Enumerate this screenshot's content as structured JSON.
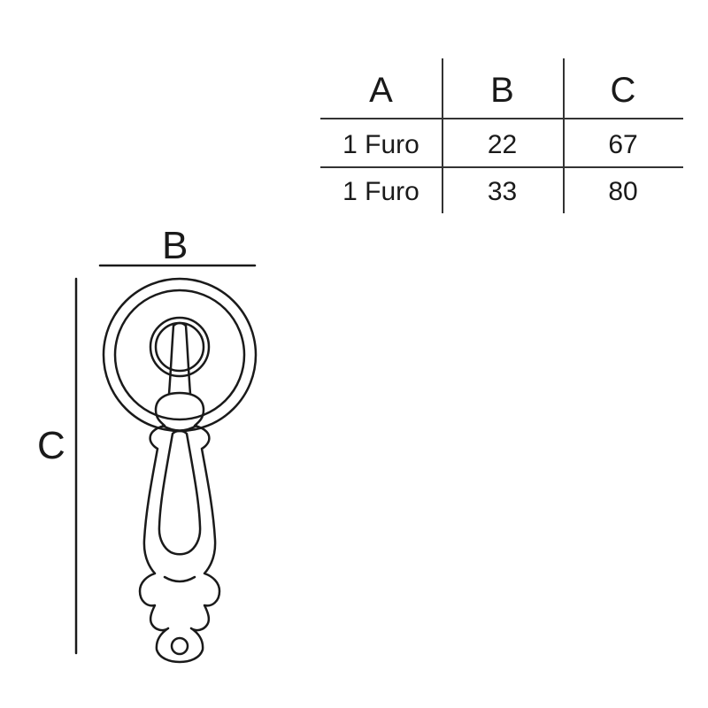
{
  "table": {
    "headers": [
      "A",
      "B",
      "C"
    ],
    "rows": [
      [
        "1 Furo",
        "22",
        "67"
      ],
      [
        "1 Furo",
        "33",
        "80"
      ]
    ]
  },
  "drawing": {
    "width_label": "B",
    "height_label": "C",
    "line_color": "#1a1a1a"
  }
}
